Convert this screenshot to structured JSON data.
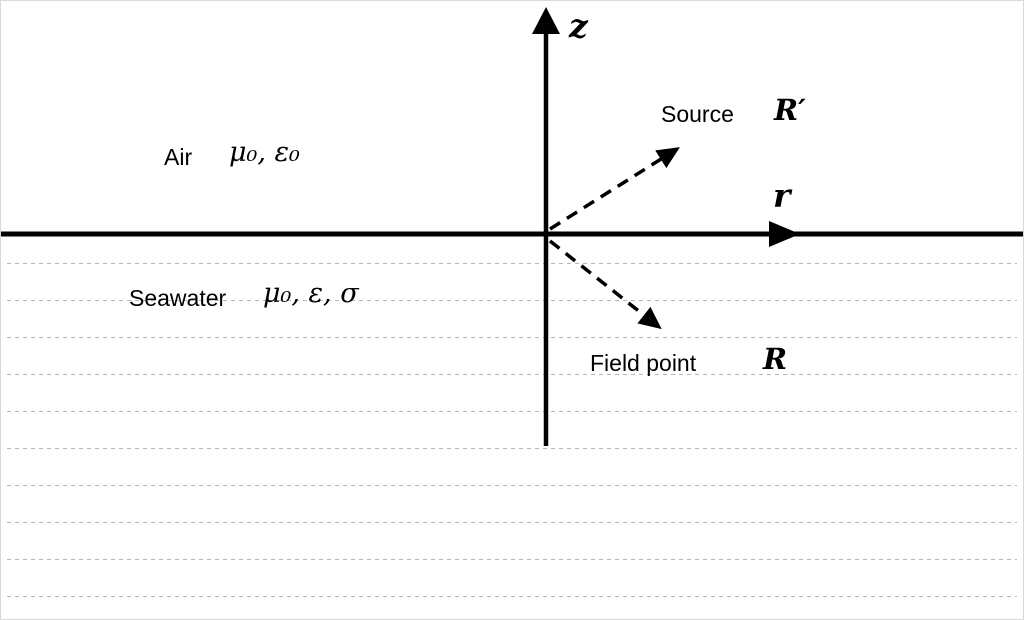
{
  "diagram": {
    "axes": {
      "z_label": "z",
      "r_label": "r"
    },
    "regions": {
      "air": {
        "name": "Air",
        "params": "μ₀, ε₀"
      },
      "seawater": {
        "name": "Seawater",
        "params": "μ₀, ε, σ"
      }
    },
    "points": {
      "source": {
        "label": "Source",
        "symbol": "R′"
      },
      "field_point": {
        "label": "Field point",
        "symbol": "R"
      }
    },
    "seawater_hatch": {
      "line_count": 10
    },
    "colors": {
      "line": "#000000",
      "hatch": "#b6b6b6",
      "background": "#ffffff"
    }
  }
}
